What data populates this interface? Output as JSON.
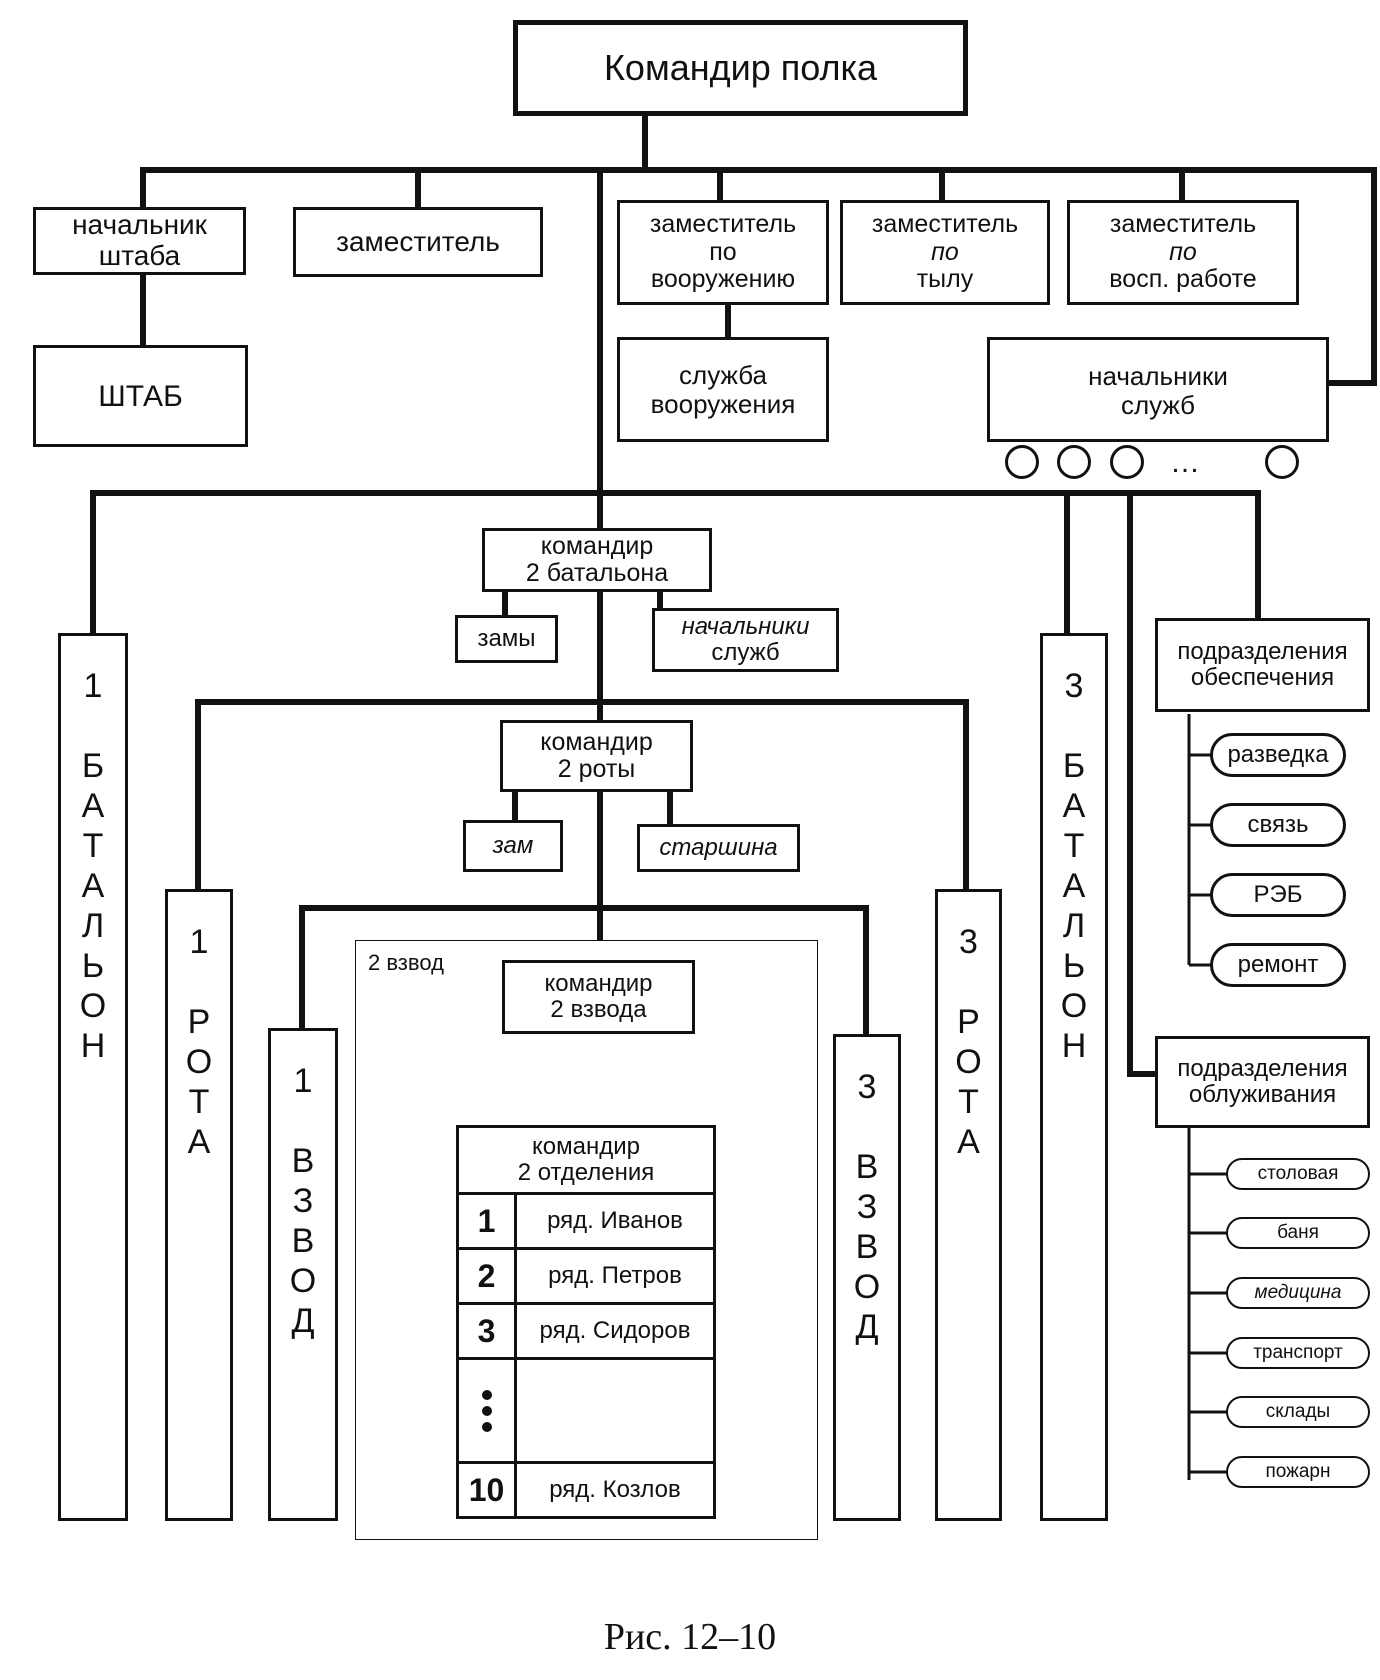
{
  "commander": "Командир полка",
  "top": {
    "chief_of_staff": [
      "начальник",
      "штаба"
    ],
    "deputy": "заместитель",
    "deputy_arms": [
      "заместитель",
      "по",
      "вооружению"
    ],
    "deputy_rear": [
      "заместитель",
      "по",
      "тылу"
    ],
    "deputy_edu": [
      "заместитель",
      "по",
      "восп. работе"
    ],
    "staff": "ШТАБ",
    "arms_service": [
      "служба",
      "вооружения"
    ],
    "service_chiefs": [
      "начальники",
      "служб"
    ],
    "ellipsis": "…"
  },
  "battalion": {
    "commander": [
      "командир",
      "2 батальона"
    ],
    "deputies": "замы",
    "service_chiefs": [
      "начальники",
      "служб"
    ],
    "b1": [
      "1",
      "Б",
      "А",
      "Т",
      "А",
      "Л",
      "Ь",
      "О",
      "Н"
    ],
    "b3": [
      "3",
      "Б",
      "А",
      "Т",
      "А",
      "Л",
      "Ь",
      "О",
      "Н"
    ]
  },
  "company": {
    "commander": [
      "командир",
      "2 роты"
    ],
    "deputy": "зам",
    "sergeant_major": "старшина",
    "r1": [
      "1",
      "Р",
      "О",
      "Т",
      "А"
    ],
    "r3": [
      "3",
      "Р",
      "О",
      "Т",
      "А"
    ]
  },
  "platoon": {
    "label": "2 взвод",
    "commander": [
      "командир",
      "2 взвода"
    ],
    "p1": [
      "1",
      "В",
      "З",
      "В",
      "О",
      "Д"
    ],
    "p3": [
      "3",
      "В",
      "З",
      "В",
      "О",
      "Д"
    ]
  },
  "squad": {
    "commander": [
      "командир",
      "2 отделения"
    ],
    "rows": [
      {
        "num": "1",
        "name": "ряд. Иванов"
      },
      {
        "num": "2",
        "name": "ряд. Петров"
      },
      {
        "num": "3",
        "name": "ряд. Сидоров"
      },
      {
        "num": "",
        "name": ""
      },
      {
        "num": "10",
        "name": "ряд. Козлов"
      }
    ]
  },
  "support": {
    "title": [
      "подразделения",
      "обеспечения"
    ],
    "items": [
      "разведка",
      "связь",
      "РЭБ",
      "ремонт"
    ]
  },
  "service": {
    "title": [
      "подразделения",
      "облуживания"
    ],
    "items": [
      "столовая",
      "баня",
      "медицина",
      "транспорт",
      "склады",
      "пожарн"
    ]
  },
  "caption": "Рис. 12–10"
}
